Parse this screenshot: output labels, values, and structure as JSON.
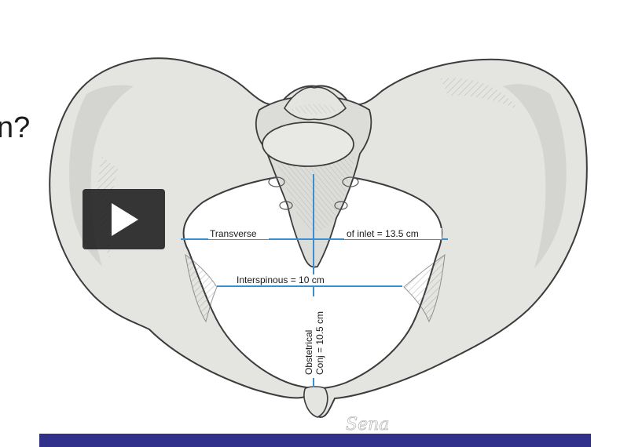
{
  "slide": {
    "question_fragment": "n?",
    "footer_color": "#31318c"
  },
  "video": {
    "play_icon": "play-icon"
  },
  "diagram": {
    "measurement_line_color": "#3a8fd0",
    "bone_color": "#e4e4e1",
    "transverse_left_label": "Transverse",
    "transverse_right_label": "of inlet = 13.5 cm",
    "interspinous_label": "Interspinous = 10 cm",
    "obstetrical_label_1": "Obstetrical",
    "obstetrical_label_2": "Conj = 10.5 cm",
    "signature": "Sena"
  }
}
